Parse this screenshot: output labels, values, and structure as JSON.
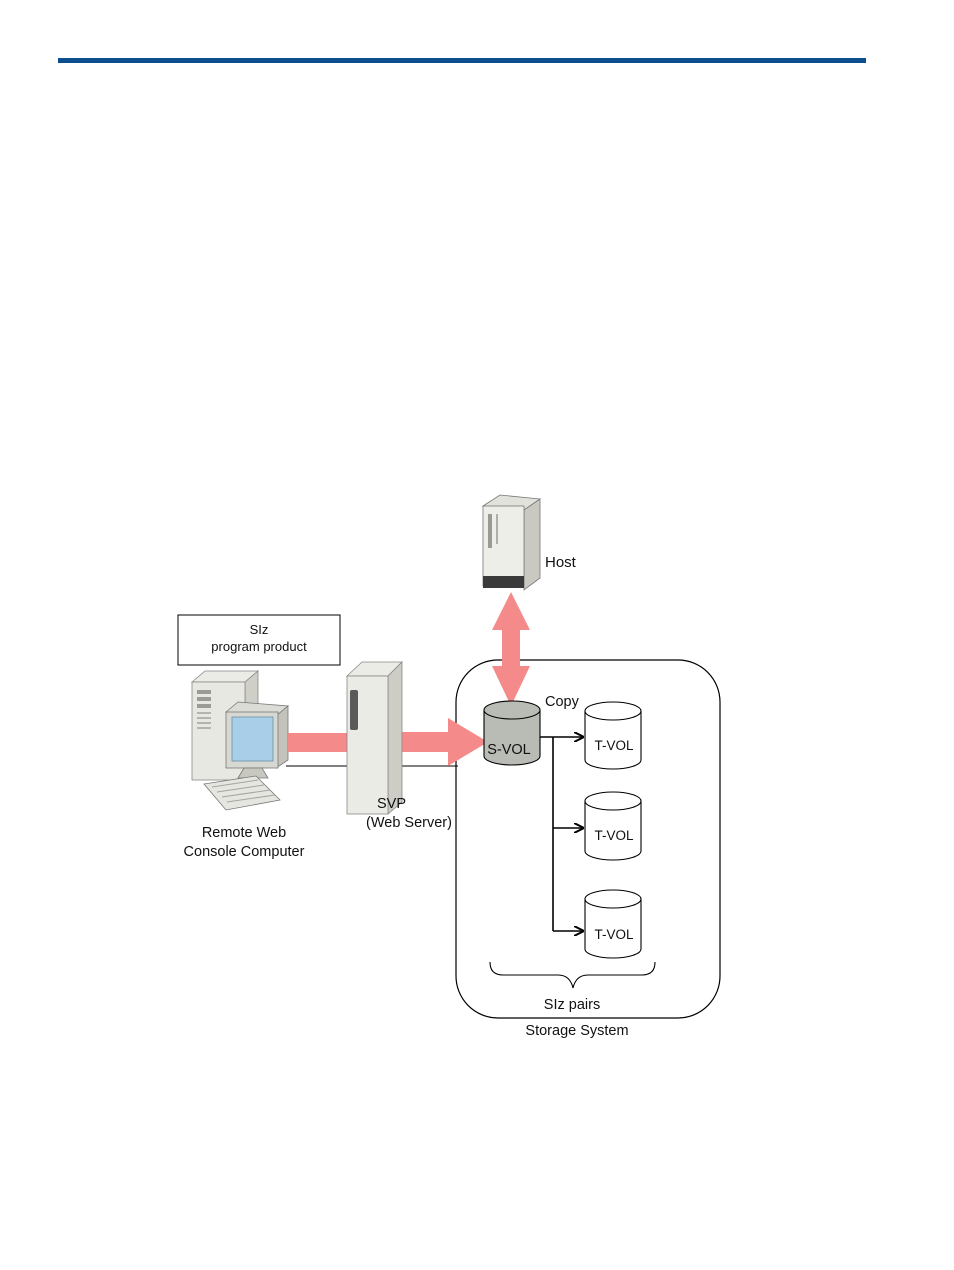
{
  "diagram": {
    "host_label": "Host",
    "product_label_line1": "SIz",
    "product_label_line2": "program product",
    "console_label_line1": "Remote Web",
    "console_label_line2": "Console Computer",
    "svp_label_line1": "SVP",
    "svp_label_line2": "(Web Server)",
    "copy_label": "Copy",
    "svol_label": "S-VOL",
    "tvol_labels": [
      "T-VOL",
      "T-VOL",
      "T-VOL"
    ],
    "pairs_label": "SIz pairs",
    "storage_label": "Storage System"
  },
  "colors": {
    "header_rule": "#0b4f8f",
    "flow_arrow": "#f58a8a",
    "svol_fill": "#b9bcb4",
    "screen": "#a9cfe8"
  }
}
